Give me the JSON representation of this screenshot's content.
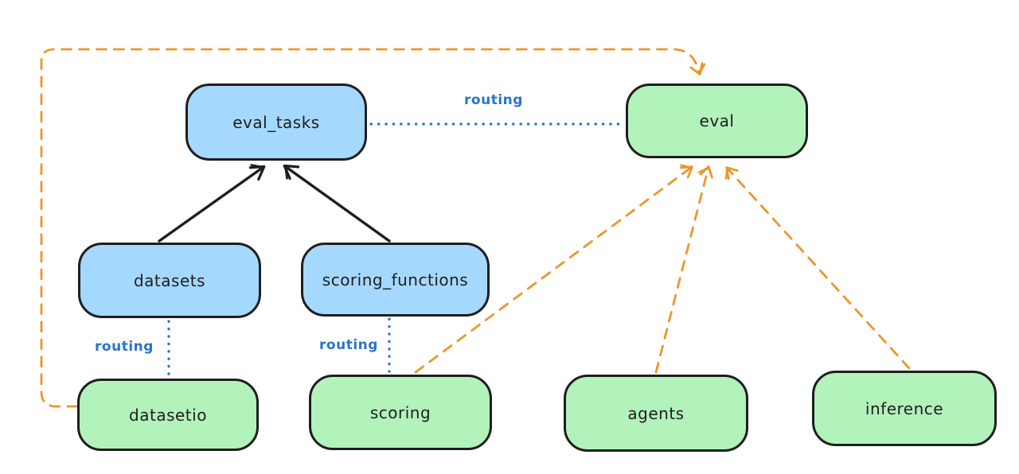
{
  "diagram": {
    "type": "architecture-diagram",
    "style": "hand-drawn",
    "background": "#ffffff",
    "colors": {
      "blue_node_fill": "#a5d8ff",
      "green_node_fill": "#b2f2bb",
      "node_stroke": "#1e1e1e",
      "solid_arrow": "#1e1e1e",
      "dashed_arrow_orange": "#ec962c",
      "dotted_routing_blue": "#2b74c8"
    },
    "nodes": {
      "eval_tasks": {
        "label": "eval_tasks",
        "fill": "#a5d8ff"
      },
      "eval": {
        "label": "eval",
        "fill": "#b2f2bb"
      },
      "datasets": {
        "label": "datasets",
        "fill": "#a5d8ff"
      },
      "scoring_functions": {
        "label": "scoring_functions",
        "fill": "#a5d8ff"
      },
      "datasetio": {
        "label": "datasetio",
        "fill": "#b2f2bb"
      },
      "scoring": {
        "label": "scoring",
        "fill": "#b2f2bb"
      },
      "agents": {
        "label": "agents",
        "fill": "#b2f2bb"
      },
      "inference": {
        "label": "inference",
        "fill": "#b2f2bb"
      }
    },
    "edge_labels": {
      "eval_tasks_to_eval": "routing",
      "datasets_to_datasetio": "routing",
      "scoring_functions_to_scoring": "routing"
    },
    "edges": [
      {
        "from": "datasets",
        "to": "eval_tasks",
        "style": "solid",
        "color": "#1e1e1e",
        "arrowhead": true
      },
      {
        "from": "scoring_functions",
        "to": "eval_tasks",
        "style": "solid",
        "color": "#1e1e1e",
        "arrowhead": true
      },
      {
        "from": "eval_tasks",
        "to": "eval",
        "style": "dotted",
        "color": "#2b74c8",
        "label": "routing",
        "arrowhead": false
      },
      {
        "from": "datasets",
        "to": "datasetio",
        "style": "dotted",
        "color": "#2b74c8",
        "label": "routing",
        "arrowhead": false
      },
      {
        "from": "scoring_functions",
        "to": "scoring",
        "style": "dotted",
        "color": "#2b74c8",
        "label": "routing",
        "arrowhead": false
      },
      {
        "from": "datasetio",
        "to": "eval",
        "style": "dashed",
        "color": "#ec962c",
        "arrowhead": true,
        "route": "left-and-over-top"
      },
      {
        "from": "scoring",
        "to": "eval",
        "style": "dashed",
        "color": "#ec962c",
        "arrowhead": true
      },
      {
        "from": "agents",
        "to": "eval",
        "style": "dashed",
        "color": "#ec962c",
        "arrowhead": true
      },
      {
        "from": "inference",
        "to": "eval",
        "style": "dashed",
        "color": "#ec962c",
        "arrowhead": true
      }
    ]
  }
}
